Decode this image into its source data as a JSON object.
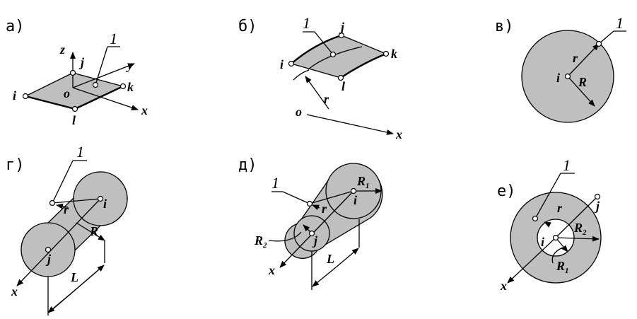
{
  "panels": {
    "a": {
      "label": "а)",
      "axes": {
        "z": "z",
        "y": "y",
        "x": "x",
        "origin": "o"
      },
      "nodes": {
        "i": "i",
        "j": "j",
        "k": "k",
        "l": "l"
      },
      "callout": "1"
    },
    "b": {
      "label": "б)",
      "axes": {
        "origin": "o",
        "x": "x"
      },
      "radius": "r",
      "nodes": {
        "i": "i",
        "j": "j",
        "k": "k",
        "l": "l"
      },
      "callout": "1"
    },
    "v": {
      "label": "в)",
      "nodes": {
        "i": "i"
      },
      "r": "r",
      "R": "R",
      "callout": "1"
    },
    "g": {
      "label": "г)",
      "nodes": {
        "i": "i",
        "j": "j"
      },
      "r": "r",
      "R": "R",
      "L": "L",
      "x": "x",
      "callout": "1"
    },
    "d": {
      "label": "д)",
      "nodes": {
        "i": "i",
        "j": "j"
      },
      "r": "r",
      "R1_base": "R",
      "R1_sub": "1",
      "R2_base": "R",
      "R2_sub": "2",
      "L": "L",
      "x": "x",
      "callout": "1"
    },
    "e": {
      "label": "е)",
      "nodes": {
        "i": "i",
        "j": "j"
      },
      "r": "r",
      "R1_base": "R",
      "R1_sub": "1",
      "R2_base": "R",
      "R2_sub": "2",
      "x": "x",
      "callout": "1"
    }
  },
  "colors": {
    "fill": "#bfbfbf",
    "line": "#000000",
    "background": "#ffffff"
  }
}
